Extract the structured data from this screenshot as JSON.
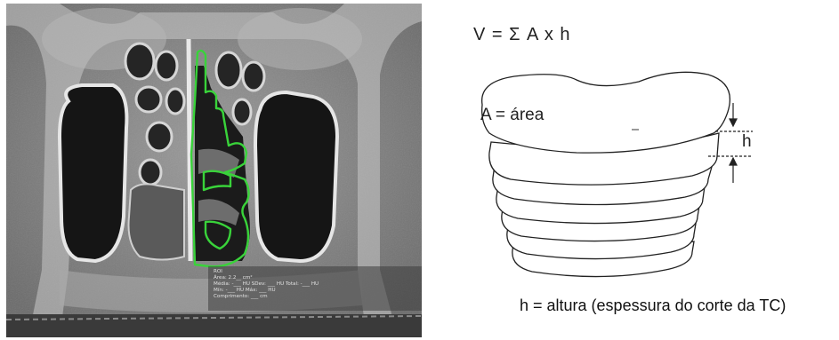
{
  "ct_scan": {
    "measurement_lines": [
      "ROI",
      "Área: 2.2__ cm²",
      "Média: -___ HU   SDev: ___ HU   Total: -___ HU",
      "Mín: -___ HU   Máx: ___ HU",
      "Comprimento: ___ cm"
    ],
    "roi_color": "#39d33a"
  },
  "diagram": {
    "formula": "V = Σ A x h",
    "area_label": "A = área",
    "height_label": "h",
    "caption": "h = altura (espessura do corte da TC)"
  }
}
